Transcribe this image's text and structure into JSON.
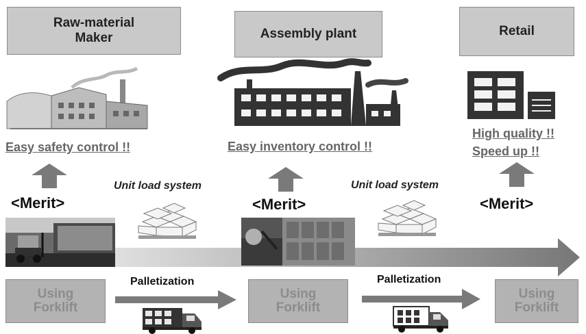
{
  "stages": [
    {
      "title": "Raw-material\nMaker"
    },
    {
      "title": "Assembly plant"
    },
    {
      "title": "Retail"
    }
  ],
  "merits": {
    "raw": [
      "Easy safety control !!"
    ],
    "assembly": [
      "Easy inventory control !!"
    ],
    "retail": [
      "High quality !!",
      "Speed up !!"
    ]
  },
  "merit_label": "<Merit>",
  "unit_load_label": "Unit load system",
  "forklift_label": "Using\nForklift",
  "palletization_label": "Palletization",
  "colors": {
    "header_box": "#c9c9c9",
    "forklift_box": "#b3b3b3",
    "arrow": "#7a7a7a",
    "factory": "#333333",
    "merit_text": "#666666"
  }
}
